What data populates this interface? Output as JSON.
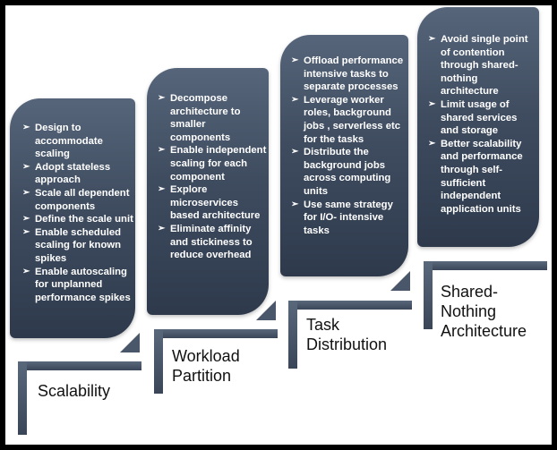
{
  "steps": [
    {
      "title": "Scalability",
      "items": [
        "Design to accommodate scaling",
        "Adopt stateless approach",
        "Scale all dependent components",
        "Define the scale unit",
        "Enable scheduled scaling for known spikes",
        "Enable autoscaling for unplanned performance spikes"
      ]
    },
    {
      "title": "Workload Partition",
      "items": [
        "Decompose architecture to smaller components",
        "Enable independent scaling for each component",
        "Explore microservices based architecture",
        "Eliminate affinity and stickiness to reduce overhead"
      ]
    },
    {
      "title": "Task Distribution",
      "items": [
        "Offload performance intensive tasks to separate processes",
        "Leverage worker roles, background jobs , serverless etc for the tasks",
        "Distribute the background jobs across computing units",
        "Use same strategy for I/O- intensive tasks"
      ]
    },
    {
      "title": "Shared-Nothing Architecture",
      "items": [
        "Avoid single point of contention through shared-nothing architecture",
        "Limit usage of shared services and storage",
        "Better scalability and performance through self-sufficient independent application units"
      ]
    }
  ],
  "colors": {
    "card": "#3f4c60",
    "text": "#ffffff",
    "frame": "#000000"
  },
  "icons": {
    "bullet": "arrow-bullet-icon"
  }
}
